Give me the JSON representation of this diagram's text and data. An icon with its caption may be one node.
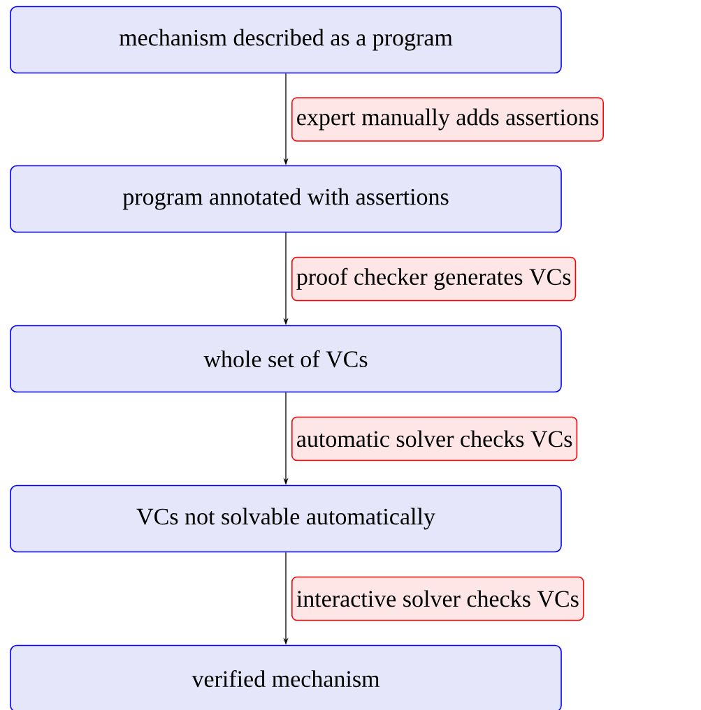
{
  "diagram": {
    "nodes": [
      {
        "text": [
          "mechanism described as a program"
        ]
      },
      {
        "text": [
          "program annotated with assertions"
        ]
      },
      {
        "text": [
          "whole set of VCs"
        ]
      },
      {
        "text": [
          "VCs not solvable automatically"
        ]
      },
      {
        "text": [
          "verified mechanism"
        ]
      }
    ],
    "edges": [
      {
        "from": 0,
        "to": 1,
        "arrow": "to",
        "label": "expert manually adds assertions"
      },
      {
        "from": 1,
        "to": 2,
        "arrow": "to",
        "label": "proof checker generates VCs"
      },
      {
        "from": 2,
        "to": 3,
        "arrow": "to",
        "label": "automatic solver checks VCs"
      },
      {
        "from": 3,
        "to": 4,
        "arrow": "to",
        "label": "interactive solver checks VCs"
      }
    ]
  }
}
